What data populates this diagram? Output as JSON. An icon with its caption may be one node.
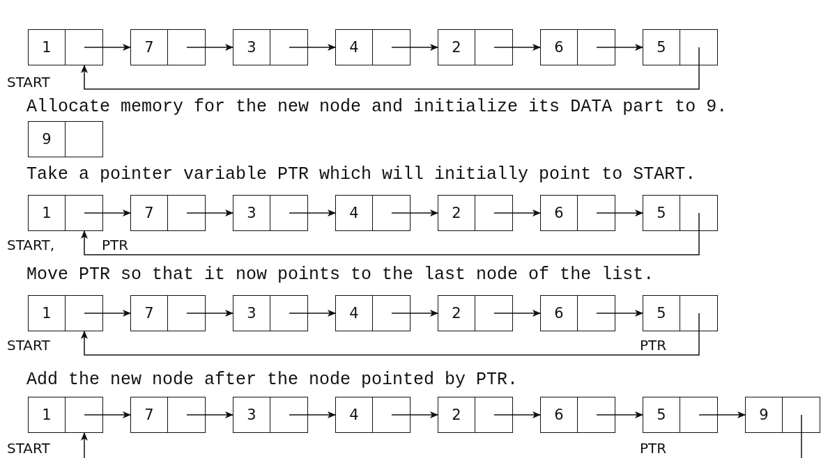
{
  "diagram": {
    "nodes": [
      {
        "text": [
          "1"
        ]
      },
      {
        "text": [
          "7"
        ]
      },
      {
        "text": [
          "3"
        ]
      },
      {
        "text": [
          "4"
        ]
      },
      {
        "text": [
          "2"
        ]
      },
      {
        "text": [
          "6"
        ]
      },
      {
        "text": [
          "5"
        ]
      },
      {
        "text": [
          "9"
        ]
      },
      {
        "text": [
          "1"
        ]
      },
      {
        "text": [
          "7"
        ]
      },
      {
        "text": [
          "3"
        ]
      },
      {
        "text": [
          "4"
        ]
      },
      {
        "text": [
          "2"
        ]
      },
      {
        "text": [
          "6"
        ]
      },
      {
        "text": [
          "5"
        ]
      },
      {
        "text": [
          "1"
        ]
      },
      {
        "text": [
          "7"
        ]
      },
      {
        "text": [
          "3"
        ]
      },
      {
        "text": [
          "4"
        ]
      },
      {
        "text": [
          "2"
        ]
      },
      {
        "text": [
          "6"
        ]
      },
      {
        "text": [
          "5"
        ]
      },
      {
        "text": [
          "1"
        ]
      },
      {
        "text": [
          "7"
        ]
      },
      {
        "text": [
          "3"
        ]
      },
      {
        "text": [
          "4"
        ]
      },
      {
        "text": [
          "2"
        ]
      },
      {
        "text": [
          "6"
        ]
      },
      {
        "text": [
          "5"
        ]
      },
      {
        "text": [
          "9"
        ]
      }
    ],
    "edges": [
      {
        "from": 0,
        "to": 1,
        "arrow": "to"
      },
      {
        "from": 1,
        "to": 2,
        "arrow": "to"
      },
      {
        "from": 2,
        "to": 3,
        "arrow": "to"
      },
      {
        "from": 3,
        "to": 4,
        "arrow": "to"
      },
      {
        "from": 4,
        "to": 5,
        "arrow": "to"
      },
      {
        "from": 5,
        "to": 6,
        "arrow": "to"
      },
      {
        "from": 6,
        "to": 0,
        "arrow": "to"
      },
      {
        "from": 8,
        "to": 9,
        "arrow": "to"
      },
      {
        "from": 9,
        "to": 10,
        "arrow": "to"
      },
      {
        "from": 10,
        "to": 11,
        "arrow": "to"
      },
      {
        "from": 11,
        "to": 12,
        "arrow": "to"
      },
      {
        "from": 12,
        "to": 13,
        "arrow": "to"
      },
      {
        "from": 13,
        "to": 14,
        "arrow": "to"
      },
      {
        "from": 14,
        "to": 8,
        "arrow": "to"
      },
      {
        "from": 15,
        "to": 16,
        "arrow": "to"
      },
      {
        "from": 16,
        "to": 17,
        "arrow": "to"
      },
      {
        "from": 17,
        "to": 18,
        "arrow": "to"
      },
      {
        "from": 18,
        "to": 19,
        "arrow": "to"
      },
      {
        "from": 19,
        "to": 20,
        "arrow": "to"
      },
      {
        "from": 20,
        "to": 21,
        "arrow": "to"
      },
      {
        "from": 21,
        "to": 15,
        "arrow": "to"
      },
      {
        "from": 22,
        "to": 23,
        "arrow": "to"
      },
      {
        "from": 23,
        "to": 24,
        "arrow": "to"
      },
      {
        "from": 24,
        "to": 25,
        "arrow": "to"
      },
      {
        "from": 25,
        "to": 26,
        "arrow": "to"
      },
      {
        "from": 26,
        "to": 27,
        "arrow": "to"
      },
      {
        "from": 27,
        "to": 28,
        "arrow": "to"
      },
      {
        "from": 28,
        "to": 29,
        "arrow": "to"
      },
      {
        "from": 29,
        "to": null,
        "arrow": "none"
      },
      {
        "from": null,
        "to": 22,
        "arrow": "to"
      }
    ],
    "labels": [
      "START",
      "Allocate memory for the new node and initialize its DATA part to 9.",
      "Take a pointer variable PTR which will initially point to START.",
      "START,",
      "PTR",
      "Move PTR so that it now points to the last node of the list.",
      "START",
      "PTR",
      "Add the new node after the node pointed by PTR.",
      "START",
      "PTR"
    ]
  }
}
